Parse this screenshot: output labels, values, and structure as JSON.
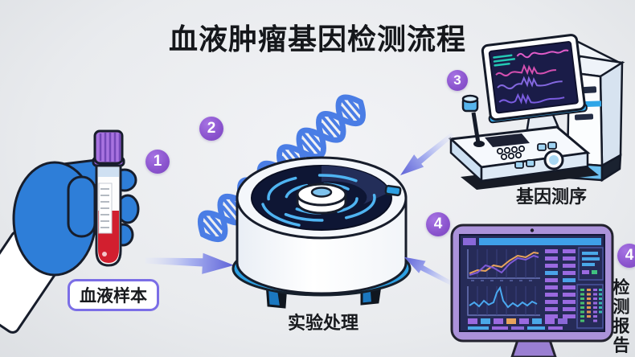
{
  "title": "血液肿瘤基因检测流程",
  "badges": {
    "step1": "1",
    "step2": "2",
    "step3": "3",
    "step4": "4"
  },
  "labels": {
    "blood_sample": "血液样本",
    "lab_processing": "实验处理",
    "gene_sequencing": "基因测序",
    "test_report": "检测报告"
  },
  "icons": {
    "blood_sample": "gloved-hand-blood-tube",
    "dna": "dna-helix",
    "centrifuge": "centrifuge-machine",
    "sequencer": "gene-sequencer-machine",
    "report": "report-dashboard-monitor",
    "arrows": [
      "arrow-sample-to-centrifuge",
      "arrow-sequencer-to-centrifuge",
      "arrow-report-to-centrifuge"
    ]
  },
  "colors": {
    "background": "#e9ebee",
    "badge_purple": "#8a53cd",
    "label_border_purple": "#7b6ee6",
    "arrow_purple_blue": "#5f63d8",
    "glove_blue": "#2e7ed8",
    "blood_red": "#d21f2f",
    "cap_purple": "#a873e0",
    "dna_blue": "#4a7de5",
    "machine_blue": "#2da0e2",
    "screen_navy": "#1a1c48",
    "monitor_bezel_purple": "#ab92da",
    "title_text": "#15171b"
  }
}
